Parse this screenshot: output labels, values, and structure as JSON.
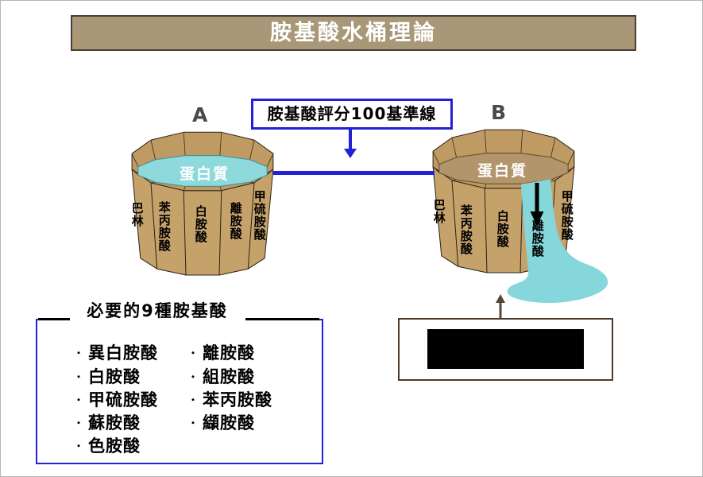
{
  "title": "胺基酸水桶理論",
  "baseline": {
    "label": "胺基酸評分100基準線"
  },
  "bucket_a": {
    "letter": "A",
    "content": "蛋白質",
    "staves": [
      "巴林",
      "苯丙胺酸",
      "白胺酸",
      "離胺酸",
      "甲硫胺酸"
    ]
  },
  "bucket_b": {
    "letter": "B",
    "content": "蛋白質",
    "staves": [
      "巴林",
      "苯丙胺酸",
      "白胺酸",
      "甲硫胺酸"
    ],
    "leaking_stave": "離胺酸"
  },
  "essential": {
    "title": "必要的9種胺基酸",
    "bullet": "・",
    "col1": [
      "異白胺酸",
      "白胺酸",
      "甲硫胺酸",
      "蘇胺酸",
      "色胺酸"
    ],
    "col2": [
      "離胺酸",
      "組胺酸",
      "苯丙胺酸",
      "纈胺酸"
    ]
  },
  "colors": {
    "accent_blue": "#2121d6",
    "title_bar_bg": "#a99877",
    "barrel_tan": "#c6a26b",
    "water_teal": "#8ed9db",
    "note_border_brown": "#4c3b2d"
  }
}
